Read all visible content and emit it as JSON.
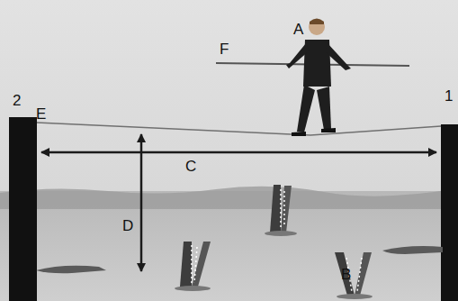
{
  "diagram": {
    "labels": [
      "A",
      "F",
      "E",
      "C",
      "D",
      "B",
      "2",
      "1"
    ]
  }
}
